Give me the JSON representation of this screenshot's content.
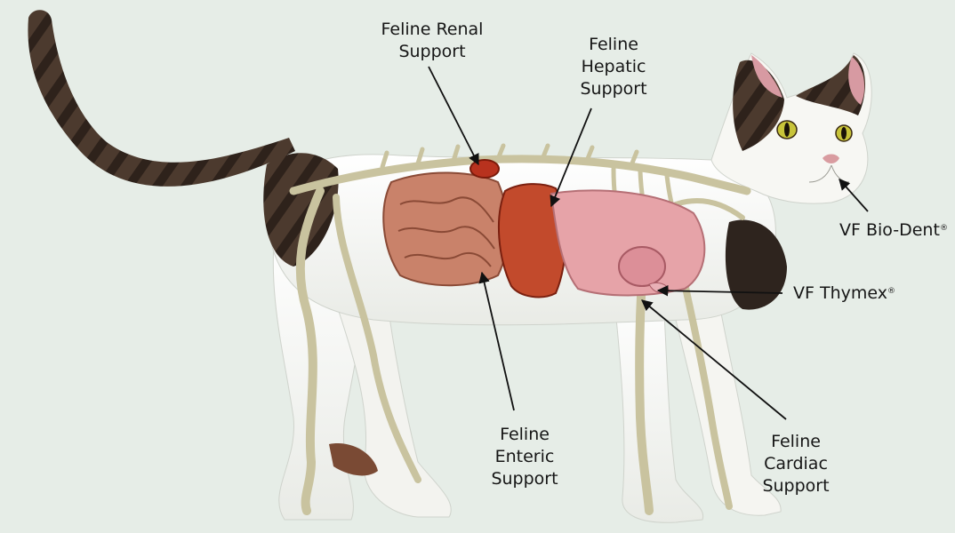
{
  "labels": {
    "renal": {
      "line1": "Feline Renal",
      "line2": "Support"
    },
    "hepatic": {
      "line1": "Feline",
      "line2": "Hepatic",
      "line3": "Support"
    },
    "biodent": {
      "text": "VF Bio-Dent",
      "mark": "®"
    },
    "thymex": {
      "text": "VF Thymex",
      "mark": "®"
    },
    "enteric": {
      "line1": "Feline",
      "line2": "Enteric",
      "line3": "Support"
    },
    "cardiac": {
      "line1": "Feline",
      "line2": "Cardiac",
      "line3": "Support"
    }
  },
  "colors": {
    "background": "#e6ede7",
    "label_text": "#161616",
    "arrow": "#111111",
    "fur_dark": "#4a3a30",
    "fur_white": "#f6f6f2",
    "skeleton": "#d9d4b4",
    "intestine": "#c9826a",
    "liver": "#c24a2c",
    "lung": "#e6a3a8",
    "kidney": "#b8321e"
  }
}
